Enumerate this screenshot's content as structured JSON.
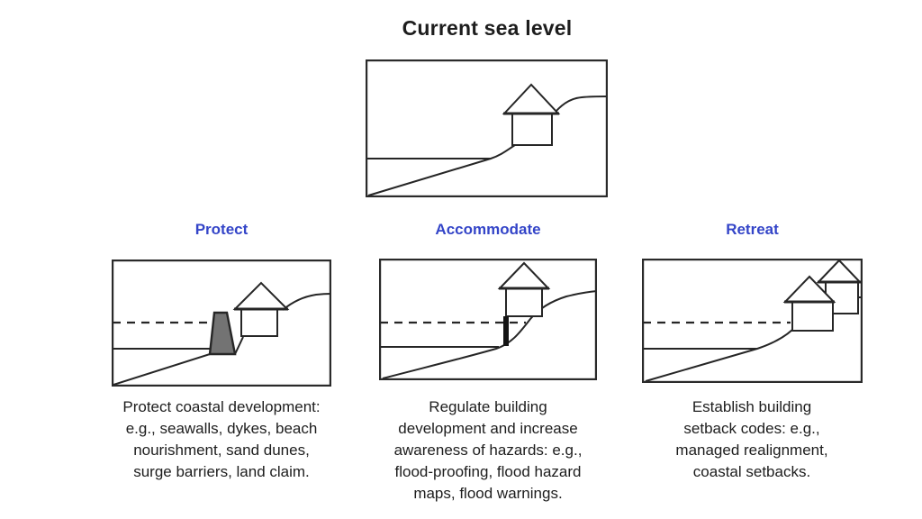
{
  "title": "Current sea level",
  "strategies": [
    {
      "label": "Protect",
      "description": "Protect coastal development:\ne.g., seawalls, dykes, beach\nnourishment, sand dunes,\nsurge barriers, land claim."
    },
    {
      "label": "Accommodate",
      "description": "Regulate building\ndevelopment and increase\nawareness of hazards: e.g.,\nflood-proofing, flood hazard\nmaps, flood warnings."
    },
    {
      "label": "Retreat",
      "description": "Establish building\nsetback codes: e.g.,\nmanaged realignment,\ncoastal setbacks."
    }
  ],
  "icons": {
    "house": "house-icon",
    "seawall": "seawall-icon",
    "stilt": "stilt-icon",
    "solid_line": "current-sea-level-line",
    "dashed_line": "raised-sea-level-dashed-line",
    "coast": "coast-profile-line"
  },
  "colors": {
    "accent_blue": "#3445c8",
    "text": "#1d1d1d",
    "line": "#262626",
    "seawall_fill": "#737373",
    "stilt_fill": "#141414",
    "background": "#ffffff"
  }
}
